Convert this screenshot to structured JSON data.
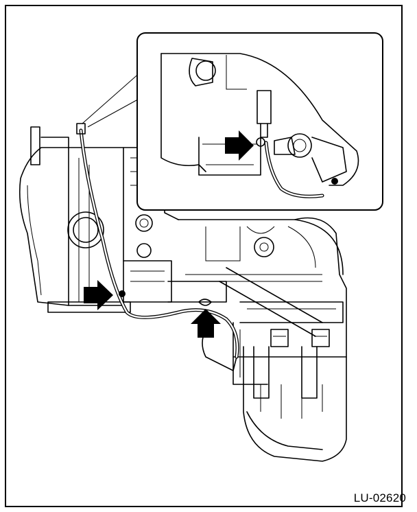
{
  "figure": {
    "code": "LU-02620"
  },
  "callouts": [
    {
      "name": "arrow-sensor-main",
      "direction": "right"
    },
    {
      "name": "arrow-harness-clip",
      "direction": "up"
    },
    {
      "name": "arrow-sensor-detail",
      "direction": "right"
    }
  ],
  "colors": {
    "line": "#000000",
    "background": "#ffffff"
  }
}
